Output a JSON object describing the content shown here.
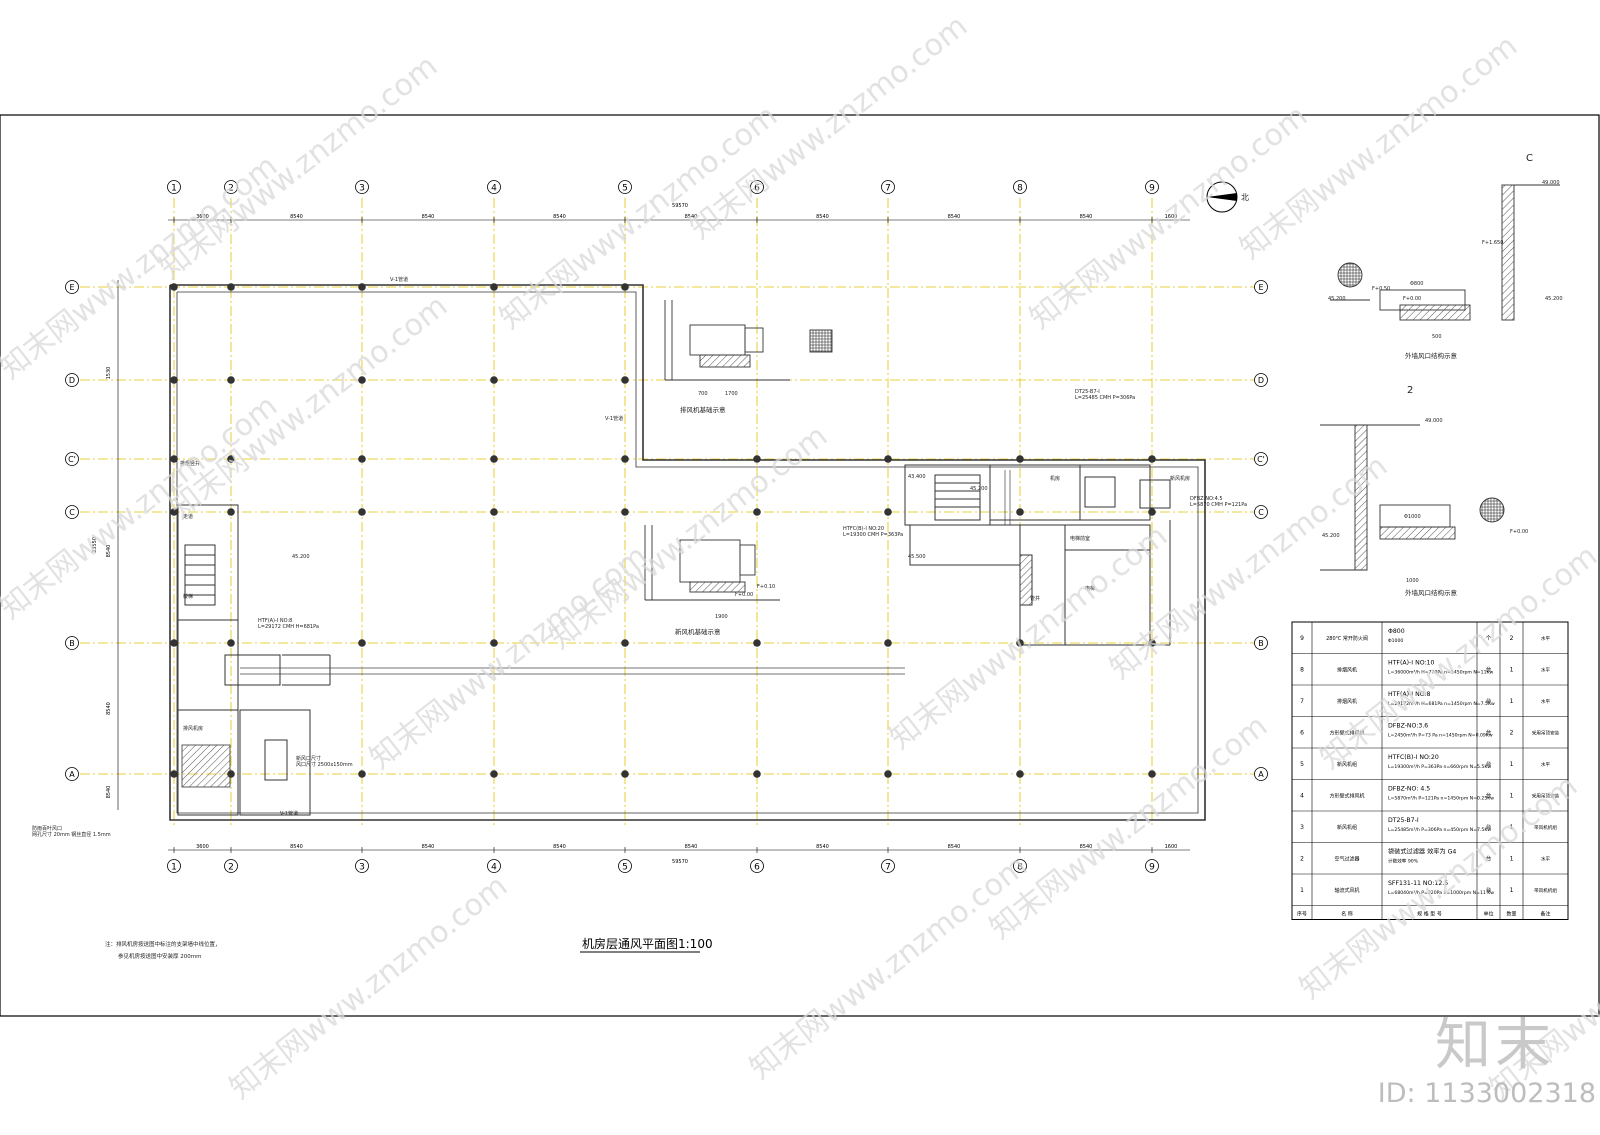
{
  "title": "机房层通风平面图1:100",
  "north_label": "北",
  "notes": {
    "line1": "注：排风机房按送图中标注的支架墙中线位置，",
    "line2": "参见机房按送图中安装厚 200mm"
  },
  "axes": {
    "columns": [
      "1",
      "2",
      "3",
      "4",
      "5",
      "6",
      "7",
      "8",
      "9"
    ],
    "rows": [
      "E",
      "D",
      "C'",
      "C",
      "B",
      "A"
    ],
    "column_spacing_mm": [
      "3600",
      "8540",
      "8540",
      "8540",
      "8540",
      "8540",
      "8540",
      "8540",
      "1600"
    ],
    "total_width_mm": "59570",
    "left_dims_mm": [
      "1530",
      "8540",
      "8540",
      "8540",
      "1530"
    ],
    "left_total_mm": "33550"
  },
  "room_labels": {
    "corridor": "走道",
    "stair": "楼梯",
    "elevator_hall": "电梯前室",
    "fan_room": "排风机房",
    "machine_room": "机房",
    "shaft": "管井",
    "elevator": "电梯",
    "fresh_air_room": "新风机房",
    "smoke_shaft": "排烟竖井"
  },
  "elevations": {
    "roof_main": "45.200",
    "e1": "43.400",
    "e2": "45.200",
    "e3": "45.500",
    "f0": "F+0.00",
    "f10": "F+0.10"
  },
  "callouts": {
    "pipe_up_1": "V-1管道",
    "pipe_up_2": "V-1管道",
    "pipe_up_3": "V-1管道",
    "fan_htf8": "HTF(A)-I NO:8",
    "fan_htf8_spec": "L=29172 CMH H=681Pa",
    "fan_dfbz": "DFBZ-NO:4.5",
    "fan_dfbz_spec": "L=5870 CMH P=121Pa",
    "fan_dt25": "DT25-B7-I",
    "fan_dt25_spec": "L=25485 CMH P=306Pa",
    "fan_htfc": "HTFC(B)-I NO:20",
    "fan_htfc_spec": "L=19300 CMH P=363Pa",
    "hatch_box": "新风口尺寸",
    "hatch_box_spec": "风口尺寸 2500x150mm",
    "louver_note": "防雨百叶风口",
    "louver_spec": "网孔尺寸 20mm 钢丝直径 1.5mm",
    "detail_label_1": "排风机基础示意",
    "detail_label_2": "新风机基础示意",
    "detail_label_3": "外墙风口结构示意",
    "detail_label_4": "外墙风口结构示意",
    "dim_700": "700",
    "dim_1700": "1700",
    "dim_1900": "1900",
    "dim_500": "500",
    "dim_1000": "1000",
    "dim_phi800": "Φ800",
    "dim_phi1000": "Φ1000",
    "c_axis": "C",
    "two_axis": "2",
    "el_49": "49.000",
    "f1650": "F+1.650",
    "f650": "F+0.50",
    "el_452": "45.200"
  },
  "equipment_table": {
    "headers": [
      "序号",
      "名  称",
      "规  格  型  号",
      "单位",
      "数量",
      "备注"
    ],
    "rows": [
      {
        "no": "9",
        "name": "280℃ 常开防火阀",
        "spec1": "Φ800",
        "spec2": "Φ1000",
        "unit": "个",
        "qty": "2",
        "note": "水平"
      },
      {
        "no": "8",
        "name": "排烟风机",
        "spec1": "HTF(A)-I   NO:10",
        "spec2": "L=36000m³/h  H=770Pa  n=1450rpm  N=11Kw",
        "unit": "台",
        "qty": "1",
        "note": "水平"
      },
      {
        "no": "7",
        "name": "排烟风机",
        "spec1": "HTF(A)-I   NO:8",
        "spec2": "L=29172m³/h  H=681Pa  n=1450rpm  N=7.5Kw",
        "unit": "台",
        "qty": "1",
        "note": "水平"
      },
      {
        "no": "6",
        "name": "方形壁式排风机",
        "spec1": "DFBZ-NO:3.6",
        "spec2": "L=2450m³/h  P=73 Pa  n=1450rpm  N=0.09Kw",
        "unit": "台",
        "qty": "2",
        "note": "采用吊顶安装"
      },
      {
        "no": "5",
        "name": "新风机组",
        "spec1": "HTFC(B)-I  NO:20",
        "spec2": "L=19300m³/h  P=363Pa  n=660rpm  N=5.5Kw",
        "unit": "台",
        "qty": "1",
        "note": "水平"
      },
      {
        "no": "4",
        "name": "方形壁式排风机",
        "spec1": "DFBZ-NO: 4.5",
        "spec2": "L=5870m³/h  P=121Pa  n=1450rpm  N=0.25Kw",
        "unit": "台",
        "qty": "1",
        "note": "采用吊顶安装"
      },
      {
        "no": "3",
        "name": "新风机组",
        "spec1": "DT25-B7-I",
        "spec2": "L=25485m³/h  P=306Pa  n=450rpm  N=7.5Kw",
        "unit": "台",
        "qty": "1",
        "note": "带风机机组"
      },
      {
        "no": "2",
        "name": "空气过滤器",
        "spec1": "袋装式过滤器    效率为    G4",
        "spec2": "计数效率    90%",
        "unit": "台",
        "qty": "1",
        "note": "水平"
      },
      {
        "no": "1",
        "name": "轴流式风机",
        "spec1": "SFF131-11  NO:12.5",
        "spec2": "L=68040m³/h  P=320Pa  n=1000rpm  N=11 Kw",
        "unit": "台",
        "qty": "1",
        "note": "带风机机组"
      }
    ]
  },
  "watermark": {
    "text": "知末网www.znzmo.com",
    "brand": "知末",
    "id": "ID: 1133002318"
  },
  "colors": {
    "grid_line": "#e2c200",
    "wall": "#333333",
    "watermark": "#d8d8d8",
    "hatch": "#555555"
  }
}
